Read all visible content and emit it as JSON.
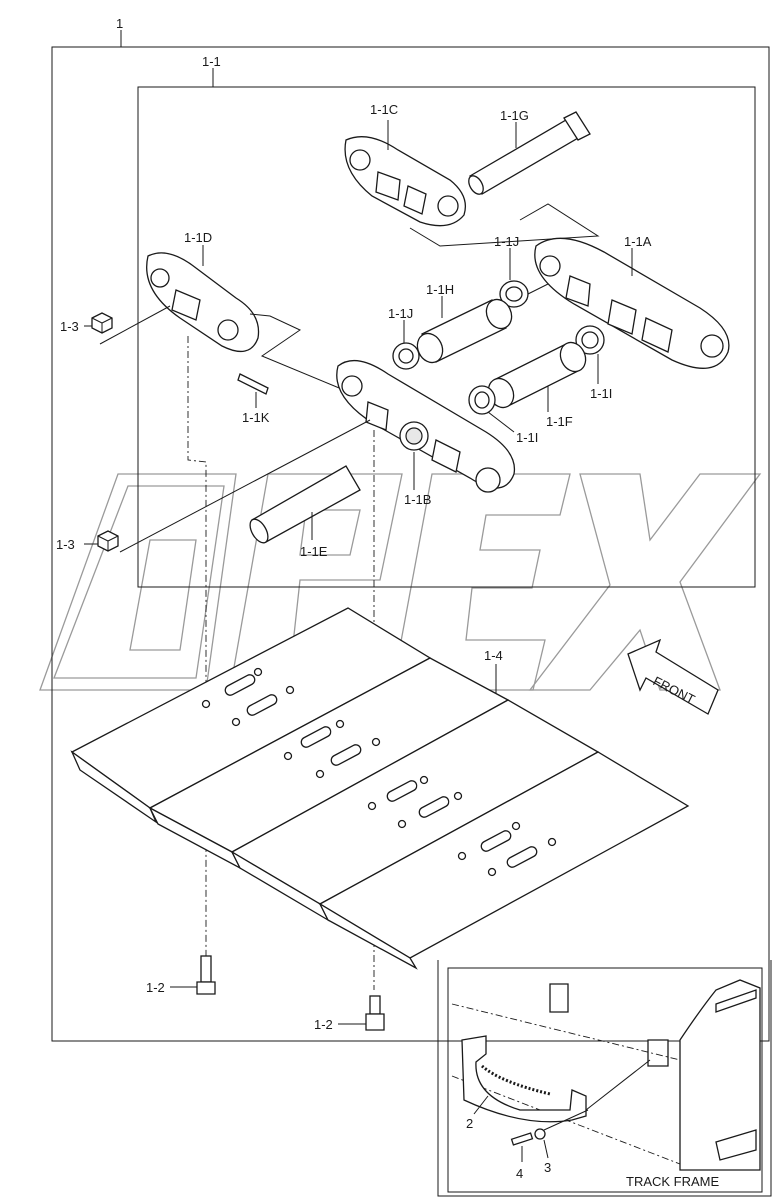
{
  "labels": {
    "assembly": "1",
    "link_assy": "1-1",
    "link_1c": "1-1C",
    "pin_1g": "1-1G",
    "link_1d": "1-1D",
    "seal_1j_top": "1-1J",
    "link_1a": "1-1A",
    "bushing_1h": "1-1H",
    "seal_1j_mid": "1-1J",
    "nut_1_3_top": "1-3",
    "seal_1i_right": "1-1I",
    "spacer_1k": "1-1K",
    "seal_1i_mid": "1-1I",
    "bushing_1f": "1-1F",
    "link_1b": "1-1B",
    "nut_1_3_bottom": "1-3",
    "pin_1e": "1-1E",
    "shoe": "1-4",
    "bolt_left": "1-2",
    "bolt_right": "1-2",
    "guard": "2",
    "washer": "3",
    "guard_bolt": "4",
    "track_frame": "TRACK FRAME",
    "front": "FRONT"
  },
  "watermark": "OPEX",
  "colors": {
    "line": "#1a1a1a",
    "watermark": "#9a9a9a",
    "background": "#ffffff"
  }
}
